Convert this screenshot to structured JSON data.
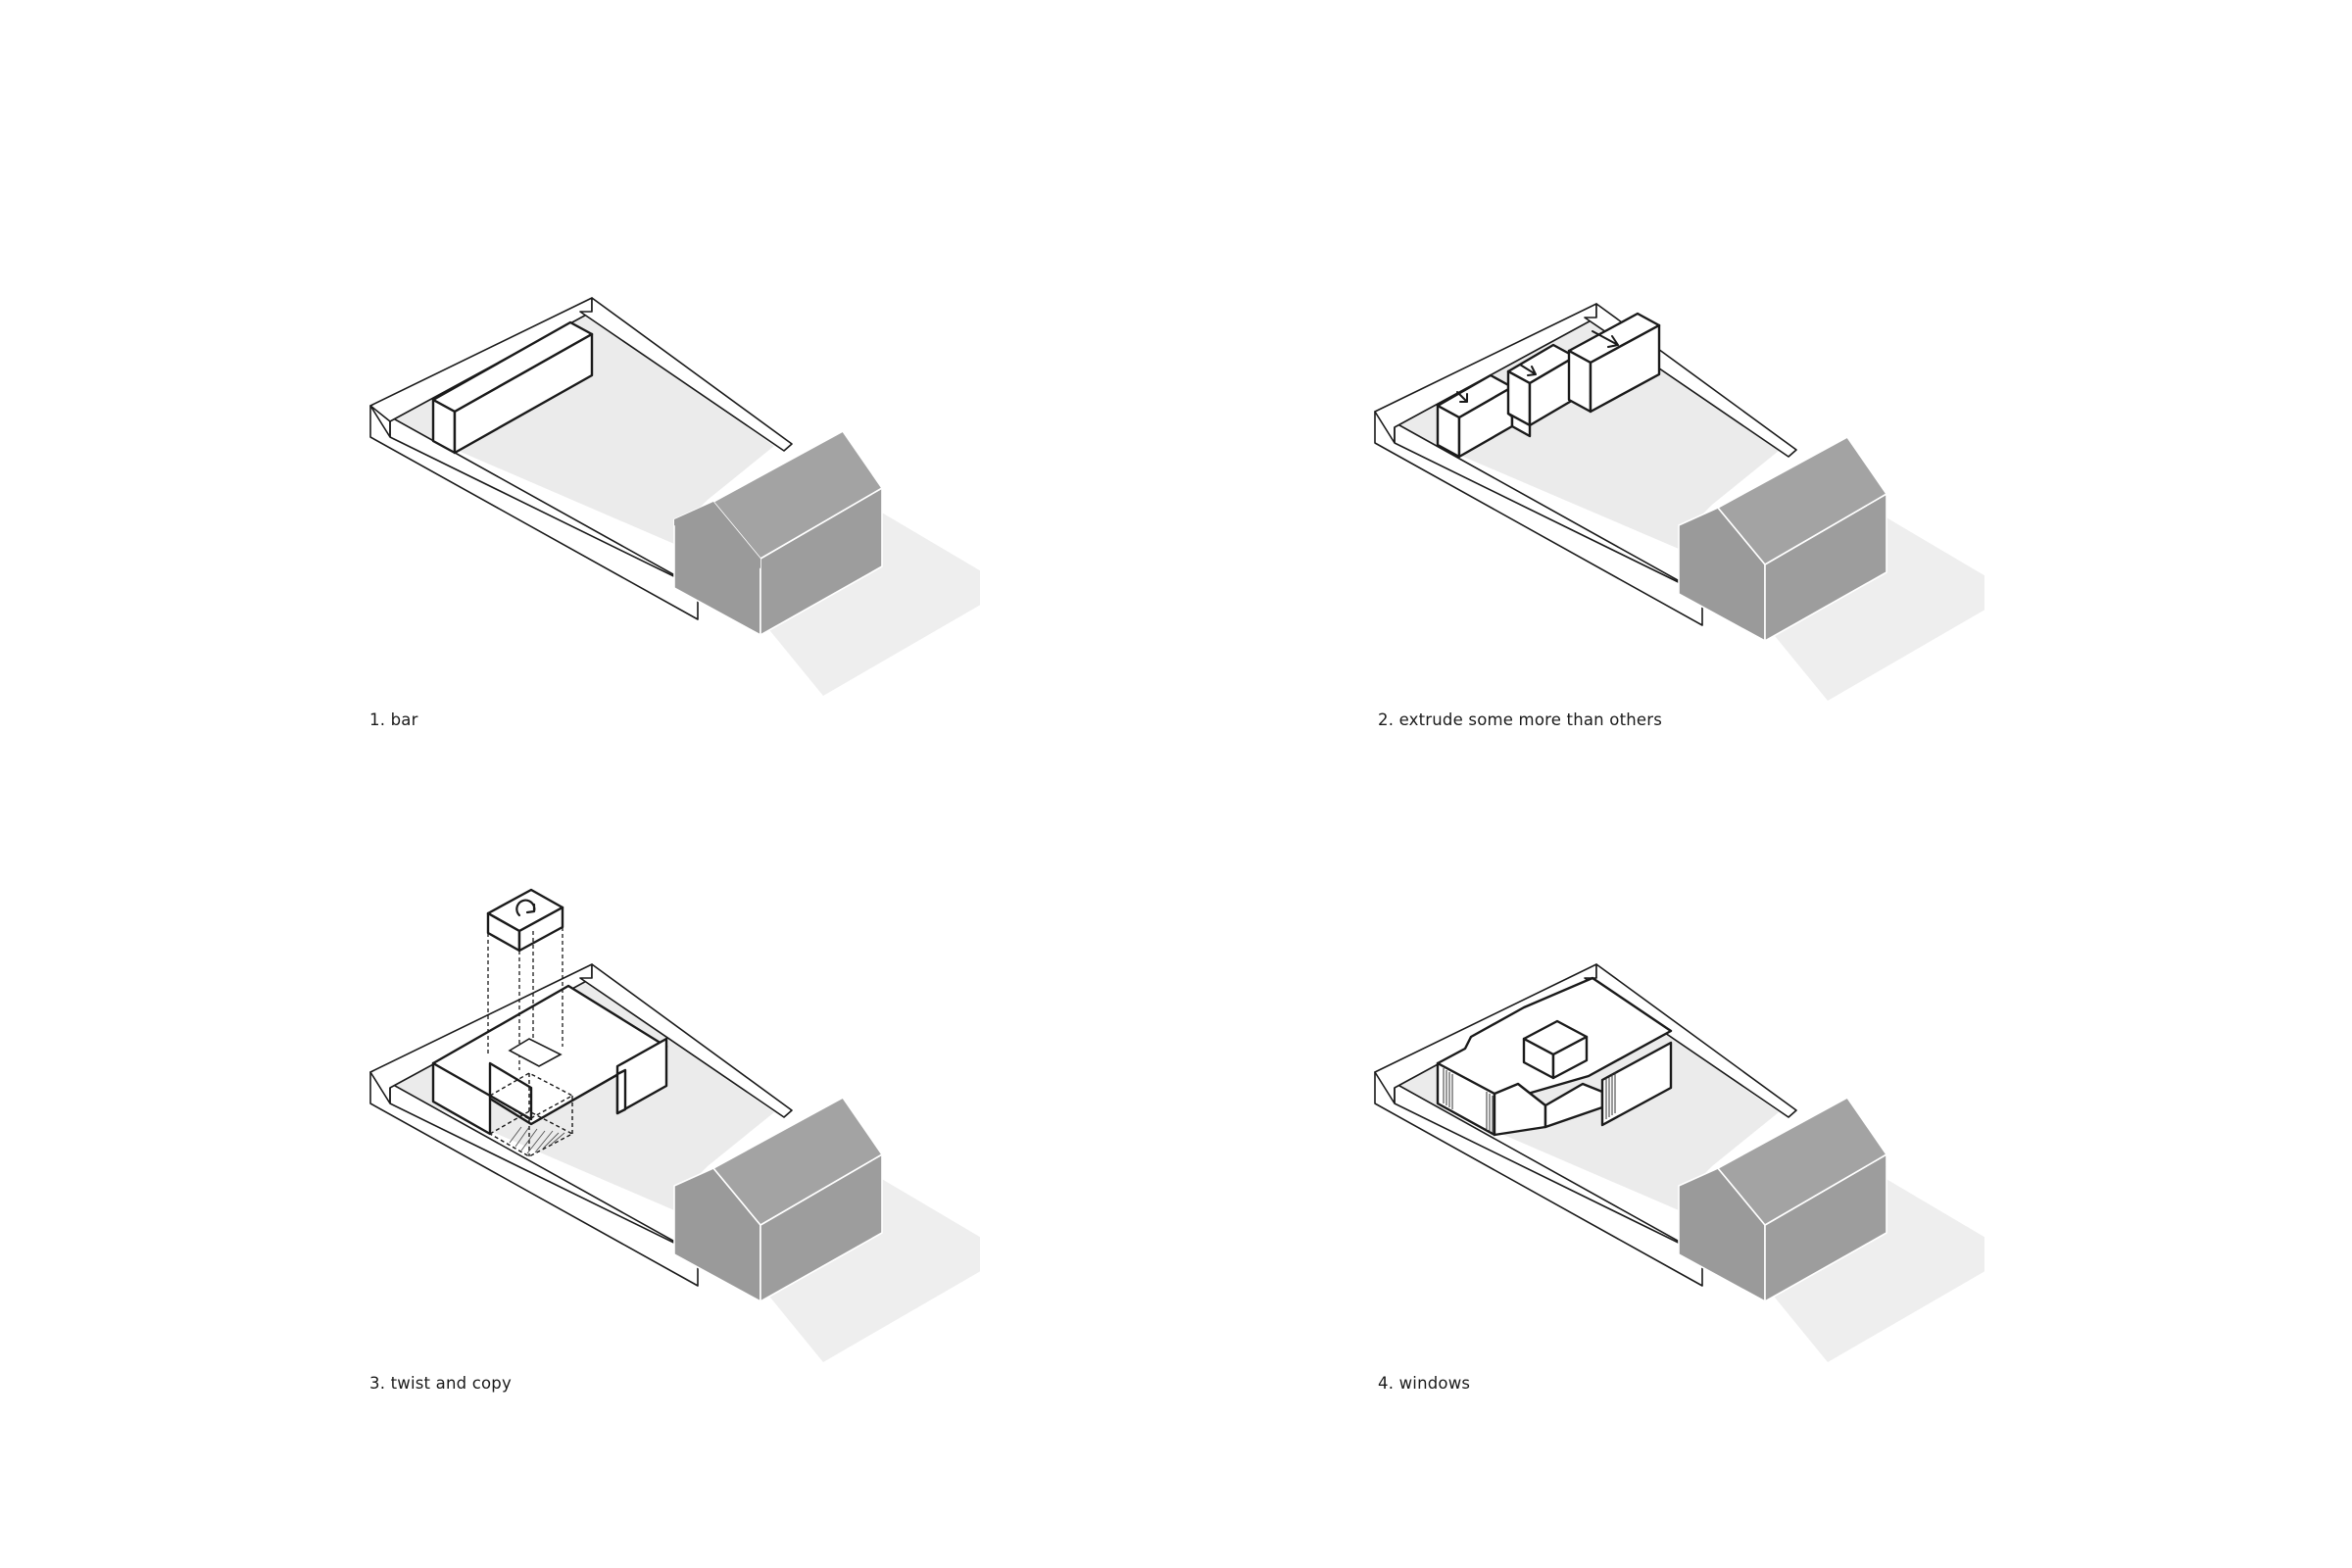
{
  "steps": [
    {
      "caption": "1. bar"
    },
    {
      "caption": "2. extrude some more than others"
    },
    {
      "caption": "3. twist and copy"
    },
    {
      "caption": "4. windows"
    }
  ],
  "colors": {
    "background": "#ffffff",
    "line": "#1a1a1a",
    "lot_floor": "#ebebeb",
    "shadow": "#eeeeee",
    "house_front": "#9a9a9a",
    "house_side": "#9d9d9d",
    "house_roof": "#a3a3a3"
  }
}
